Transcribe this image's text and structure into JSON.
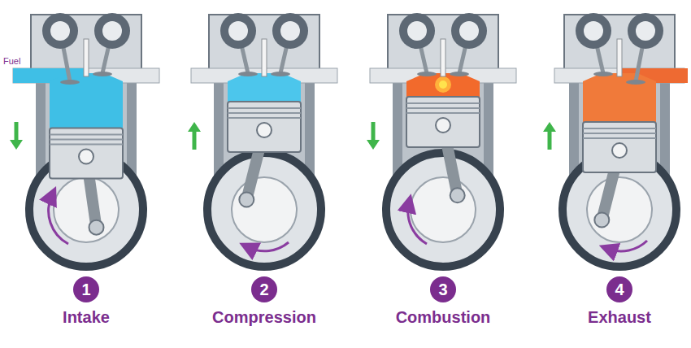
{
  "diagram": {
    "nodes": [
      {
        "text": [
          "1",
          "Intake"
        ]
      },
      {
        "text": [
          "2",
          "Compression"
        ]
      },
      {
        "text": [
          "3",
          "Combustion"
        ]
      },
      {
        "text": [
          "4",
          "Exhaust"
        ]
      }
    ],
    "labels": [
      "Fuel"
    ]
  }
}
